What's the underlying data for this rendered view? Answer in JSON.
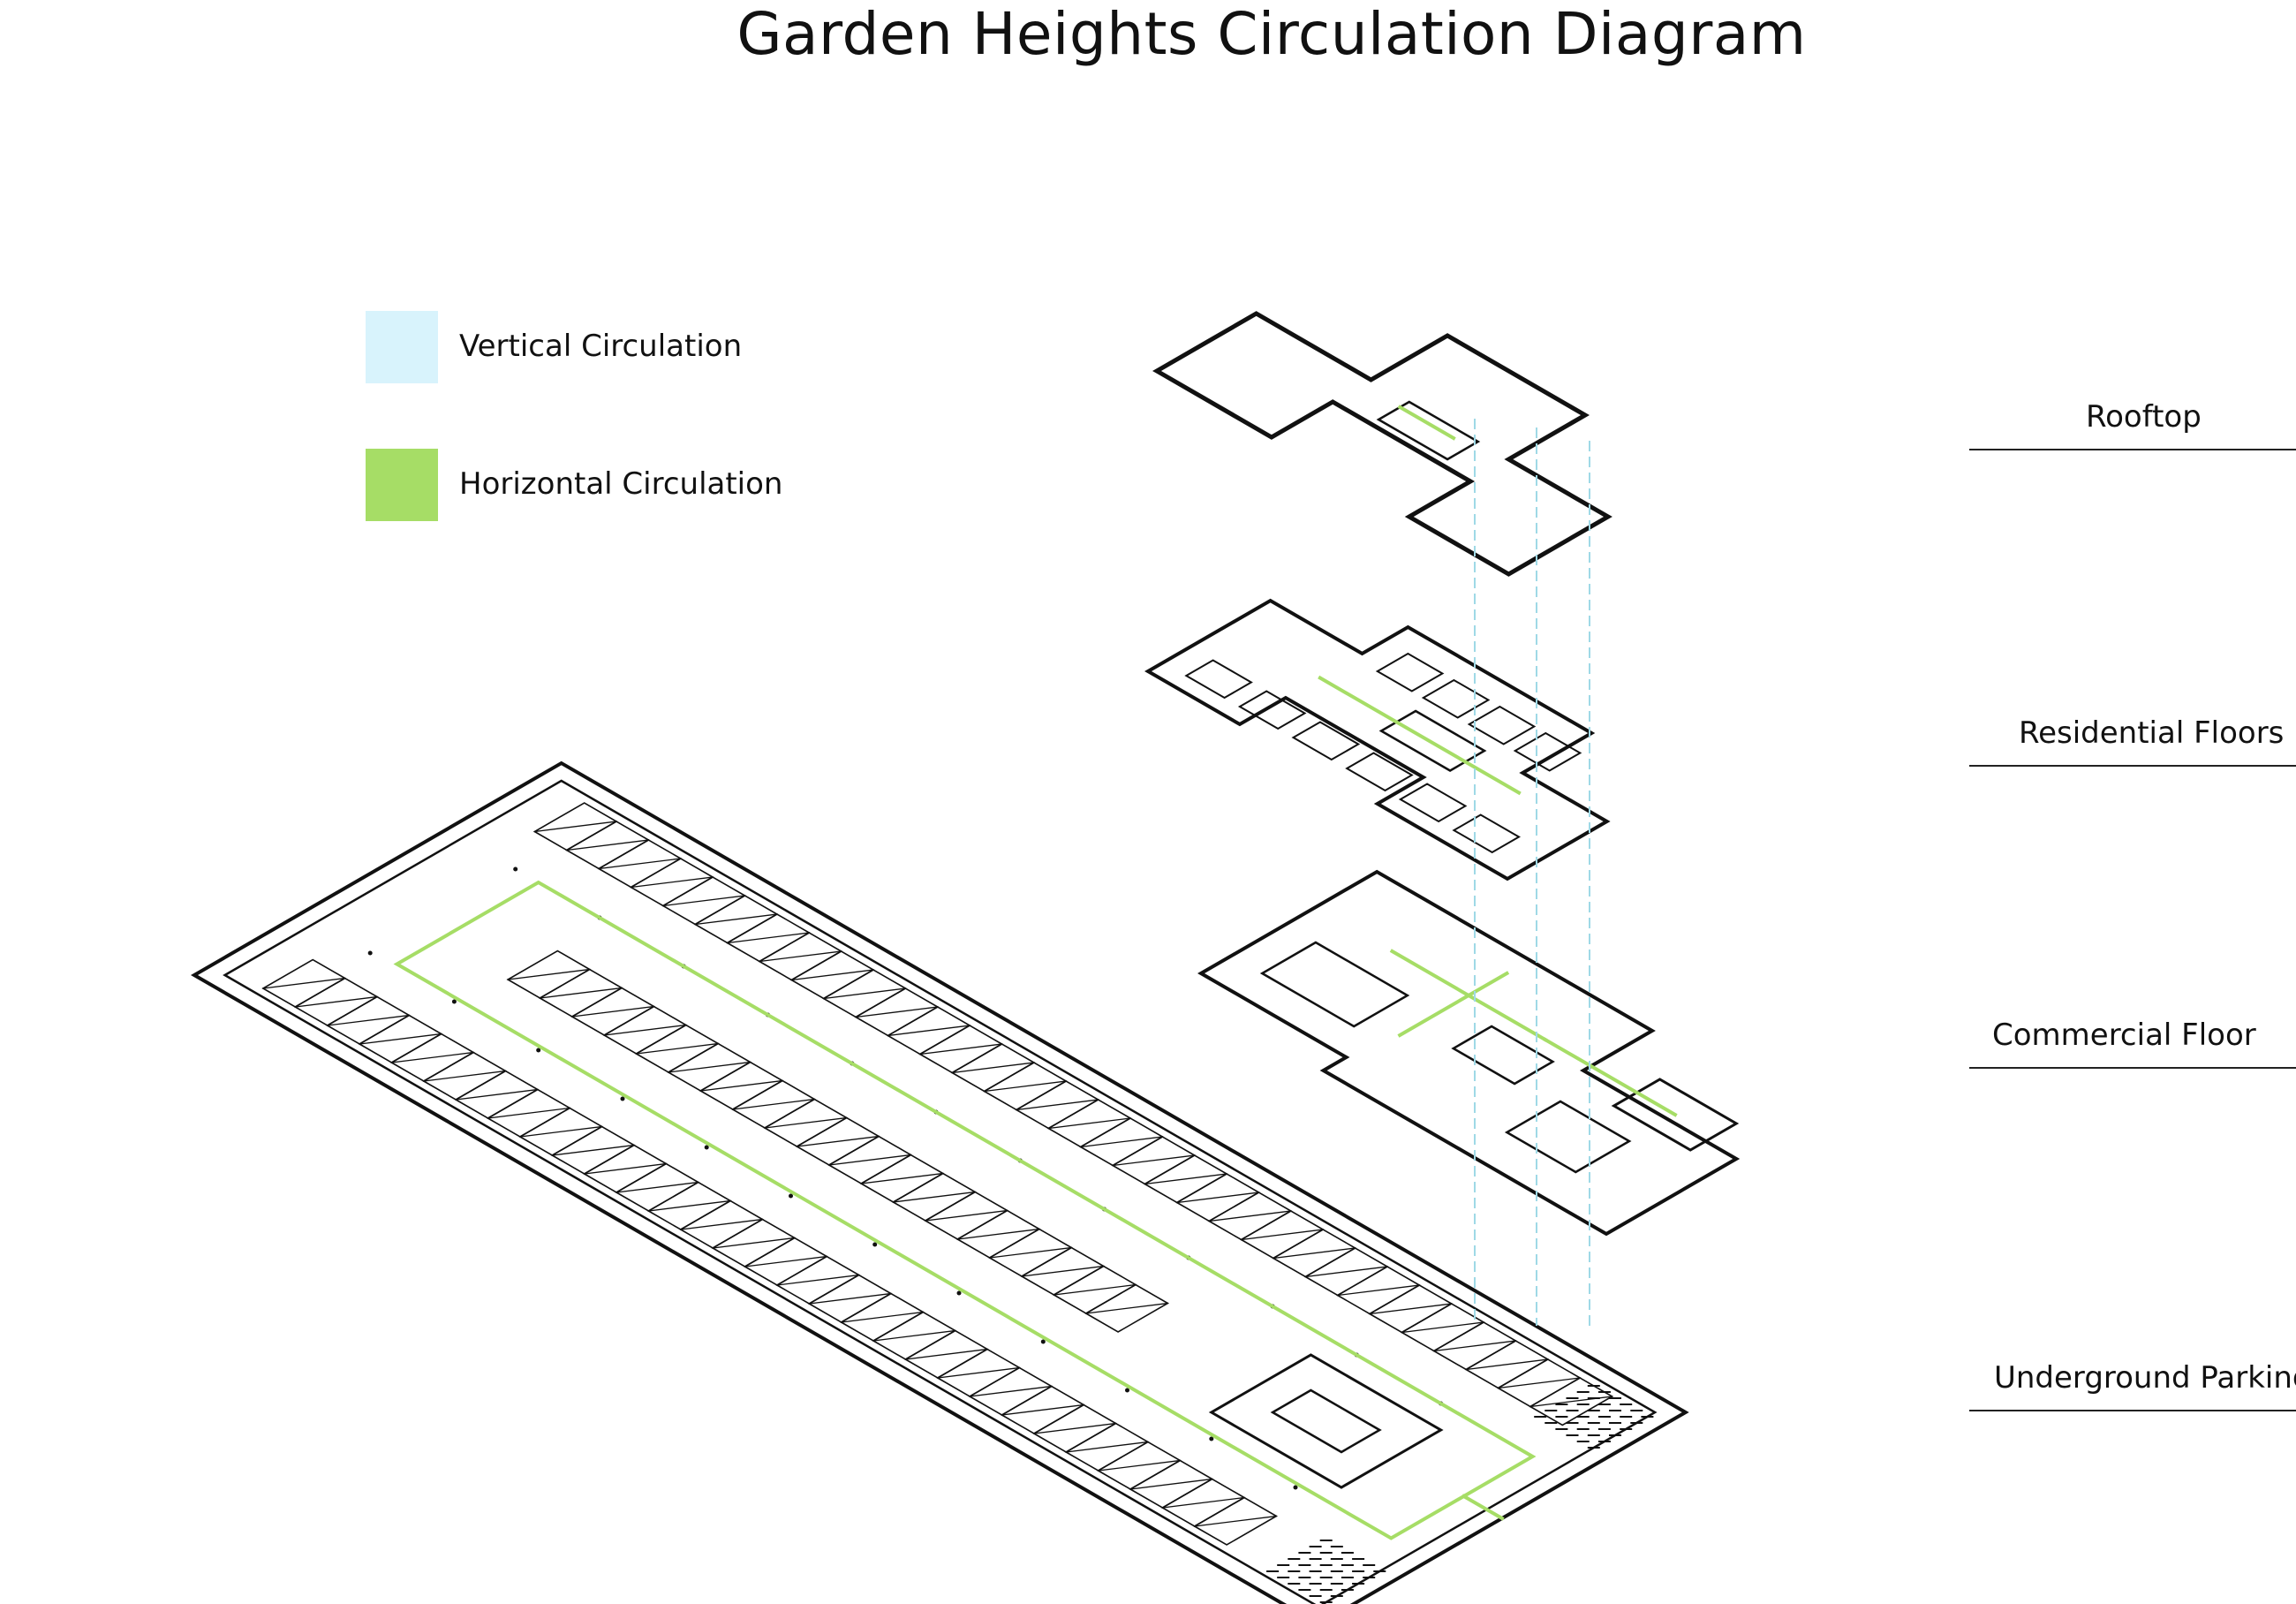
{
  "title": "Garden Heights Circulation Diagram",
  "legend": [
    {
      "label": "Vertical Circulation",
      "color": "#d8f3fc"
    },
    {
      "label": "Horizontal Circulation",
      "color": "#a6dd66"
    }
  ],
  "levels": [
    {
      "label": "Rooftop"
    },
    {
      "label": "Residential Floors"
    },
    {
      "label": "Commercial Floor"
    },
    {
      "label": "Underground Parking"
    }
  ],
  "colors": {
    "line": "#111111",
    "vertical_circulation": "#9fd9e6",
    "horizontal_circulation": "#a6dd66"
  }
}
